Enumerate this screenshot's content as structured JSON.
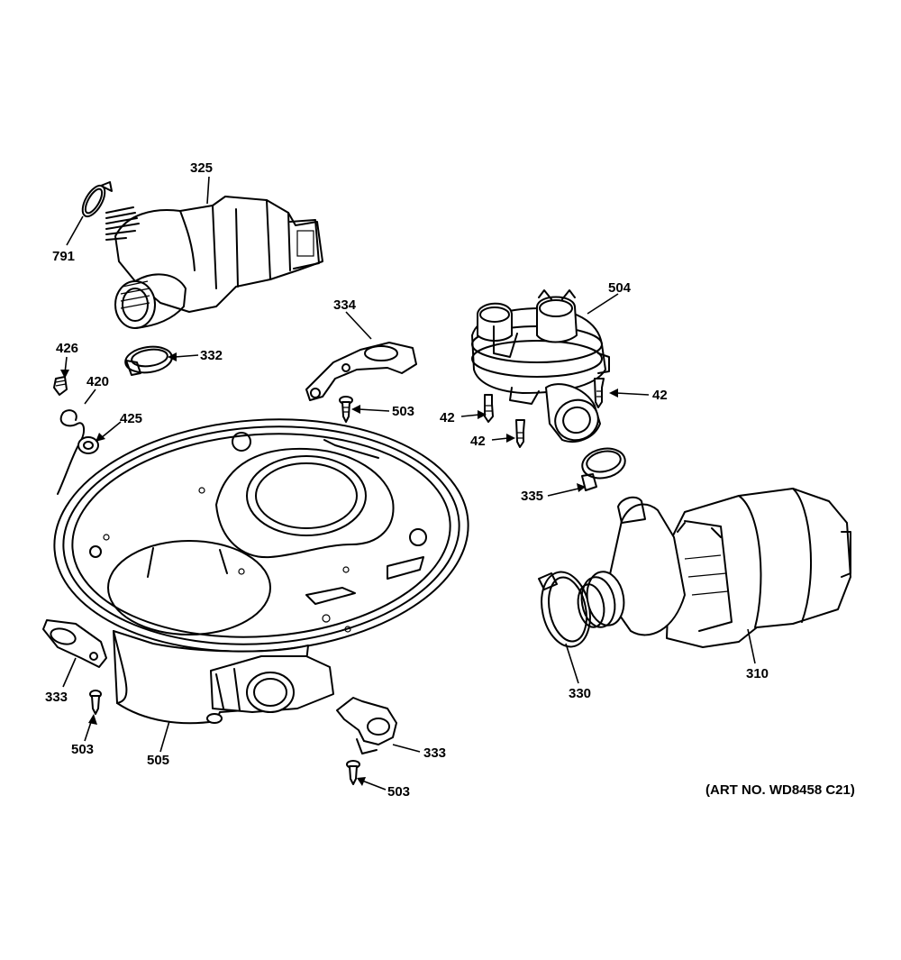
{
  "labels": {
    "p325": "325",
    "p791": "791",
    "p332": "332",
    "p426": "426",
    "p420": "420",
    "p425": "425",
    "p334": "334",
    "p503_a": "503",
    "p504": "504",
    "p42_a": "42",
    "p42_b": "42",
    "p42_c": "42",
    "p335": "335",
    "p333_a": "333",
    "p503_b": "503",
    "p505": "505",
    "p333_b": "333",
    "p503_c": "503",
    "p330": "330",
    "p310": "310"
  },
  "art_number": "(ART NO. WD8458 C21)"
}
